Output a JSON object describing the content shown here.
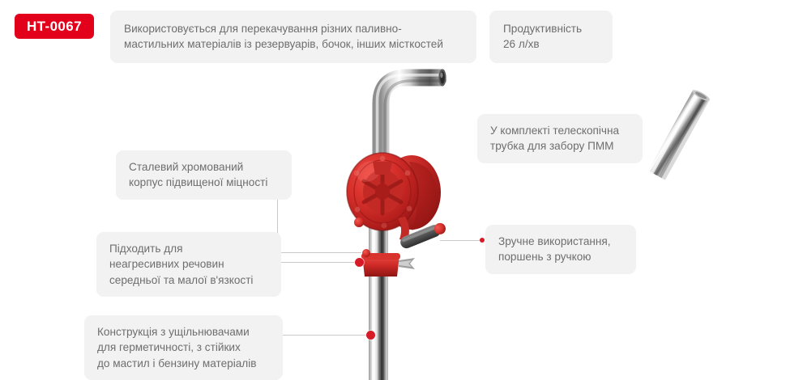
{
  "product": {
    "sku": "HT-0067",
    "sku_badge_color": "#e2001a",
    "accent_color": "#d71a28",
    "callout_bg": "#f2f2f2",
    "callout_text_color": "#6e6e6e",
    "connector_color": "#c9c9c9"
  },
  "header": {
    "description": "Використовується для перекачування різних паливно-\nмастильних матеріалів із резервуарів, бочок, інших місткостей",
    "performance": "Продуктивність\n26 л/хв"
  },
  "callouts": [
    {
      "id": "body",
      "text": "Сталевий хромований\nкорпус підвищеної міцності"
    },
    {
      "id": "telescopic-tube",
      "text": "У комплекті телескопічна\nтрубка для забору ПММ"
    },
    {
      "id": "viscosity",
      "text": "Підходить для\nнеагресивних речовин\nсередньої та малої в'язкості"
    },
    {
      "id": "handle",
      "text": "Зручне використання,\nпоршень з ручкою"
    },
    {
      "id": "seals",
      "text": "Конструкція з ущільнювачами\nдля герметичності, з стійких\nдо мастил і бензину матеріалів"
    }
  ],
  "image": {
    "main_product": "rotary-barrel-pump",
    "accessory": "telescopic-suction-tube"
  }
}
